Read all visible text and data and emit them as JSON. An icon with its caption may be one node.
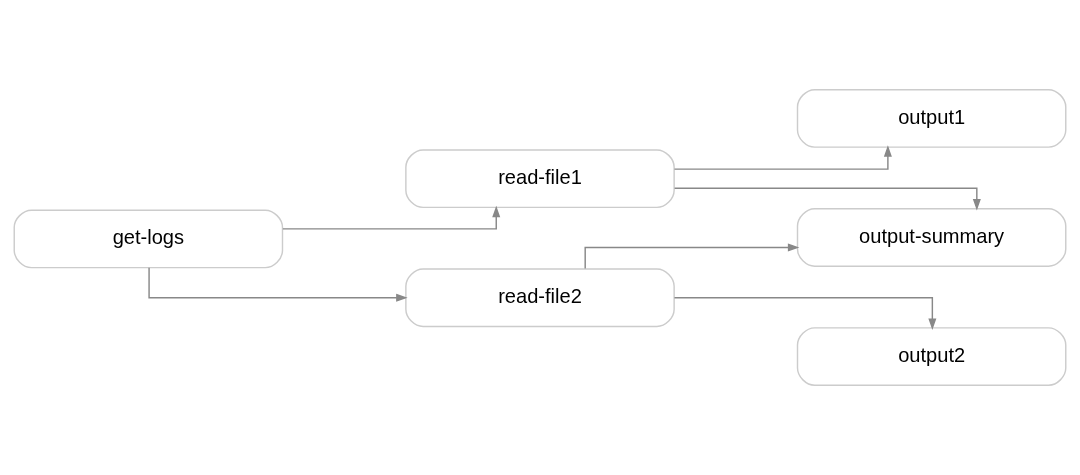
{
  "diagram": {
    "nodes": [
      {
        "text": [
          "get-logs"
        ]
      },
      {
        "text": [
          "read-file1"
        ]
      },
      {
        "text": [
          "read-file2"
        ]
      },
      {
        "text": [
          "output1"
        ]
      },
      {
        "text": [
          "output-summary"
        ]
      },
      {
        "text": [
          "output2"
        ]
      }
    ],
    "edges": [
      {
        "from": 0,
        "to": 1,
        "arrow": "to"
      },
      {
        "from": 0,
        "to": 2,
        "arrow": "to"
      },
      {
        "from": 1,
        "to": 3,
        "arrow": "to"
      },
      {
        "from": 1,
        "to": 4,
        "arrow": "to"
      },
      {
        "from": 2,
        "to": 4,
        "arrow": "to"
      },
      {
        "from": 2,
        "to": 5,
        "arrow": "to"
      }
    ]
  }
}
